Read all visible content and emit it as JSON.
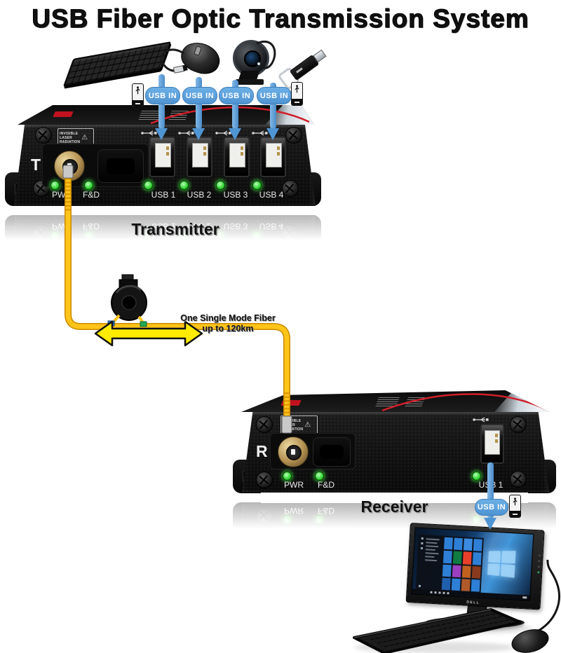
{
  "title": "USB Fiber Optic Transmission System",
  "labels": {
    "usb_in": "USB IN",
    "warning_lines": [
      "INVISIBLE",
      "LASER",
      "RADIATION"
    ]
  },
  "transmitter": {
    "caption": "Transmitter",
    "letter": "T",
    "led_labels": [
      "PWR",
      "F&D"
    ],
    "port_labels": [
      "USB 1",
      "USB 2",
      "USB 3",
      "USB 4"
    ]
  },
  "receiver": {
    "caption": "Receiver",
    "letter": "R",
    "led_labels": [
      "PWR",
      "F&D"
    ],
    "port_labels": [
      "USB 1"
    ]
  },
  "fiber": {
    "caption_line1": "One Single Mode Fiber",
    "caption_line2": "up to 120km"
  },
  "computer": {
    "monitor_brand": "DELL"
  },
  "colors": {
    "usb_badge_blue": "#5b9bd5",
    "fiber_yellow": "#ffc41a",
    "arrow_yellow": "#ffeb00",
    "led_green": "#2fd32f",
    "accent_red": "#d01f2a"
  },
  "icons": {
    "peripherals": [
      "keyboard",
      "mouse",
      "webcam",
      "usb-flash-drive"
    ],
    "usb_symbol": "usb-trident",
    "badge_icon": "usb-stick"
  }
}
